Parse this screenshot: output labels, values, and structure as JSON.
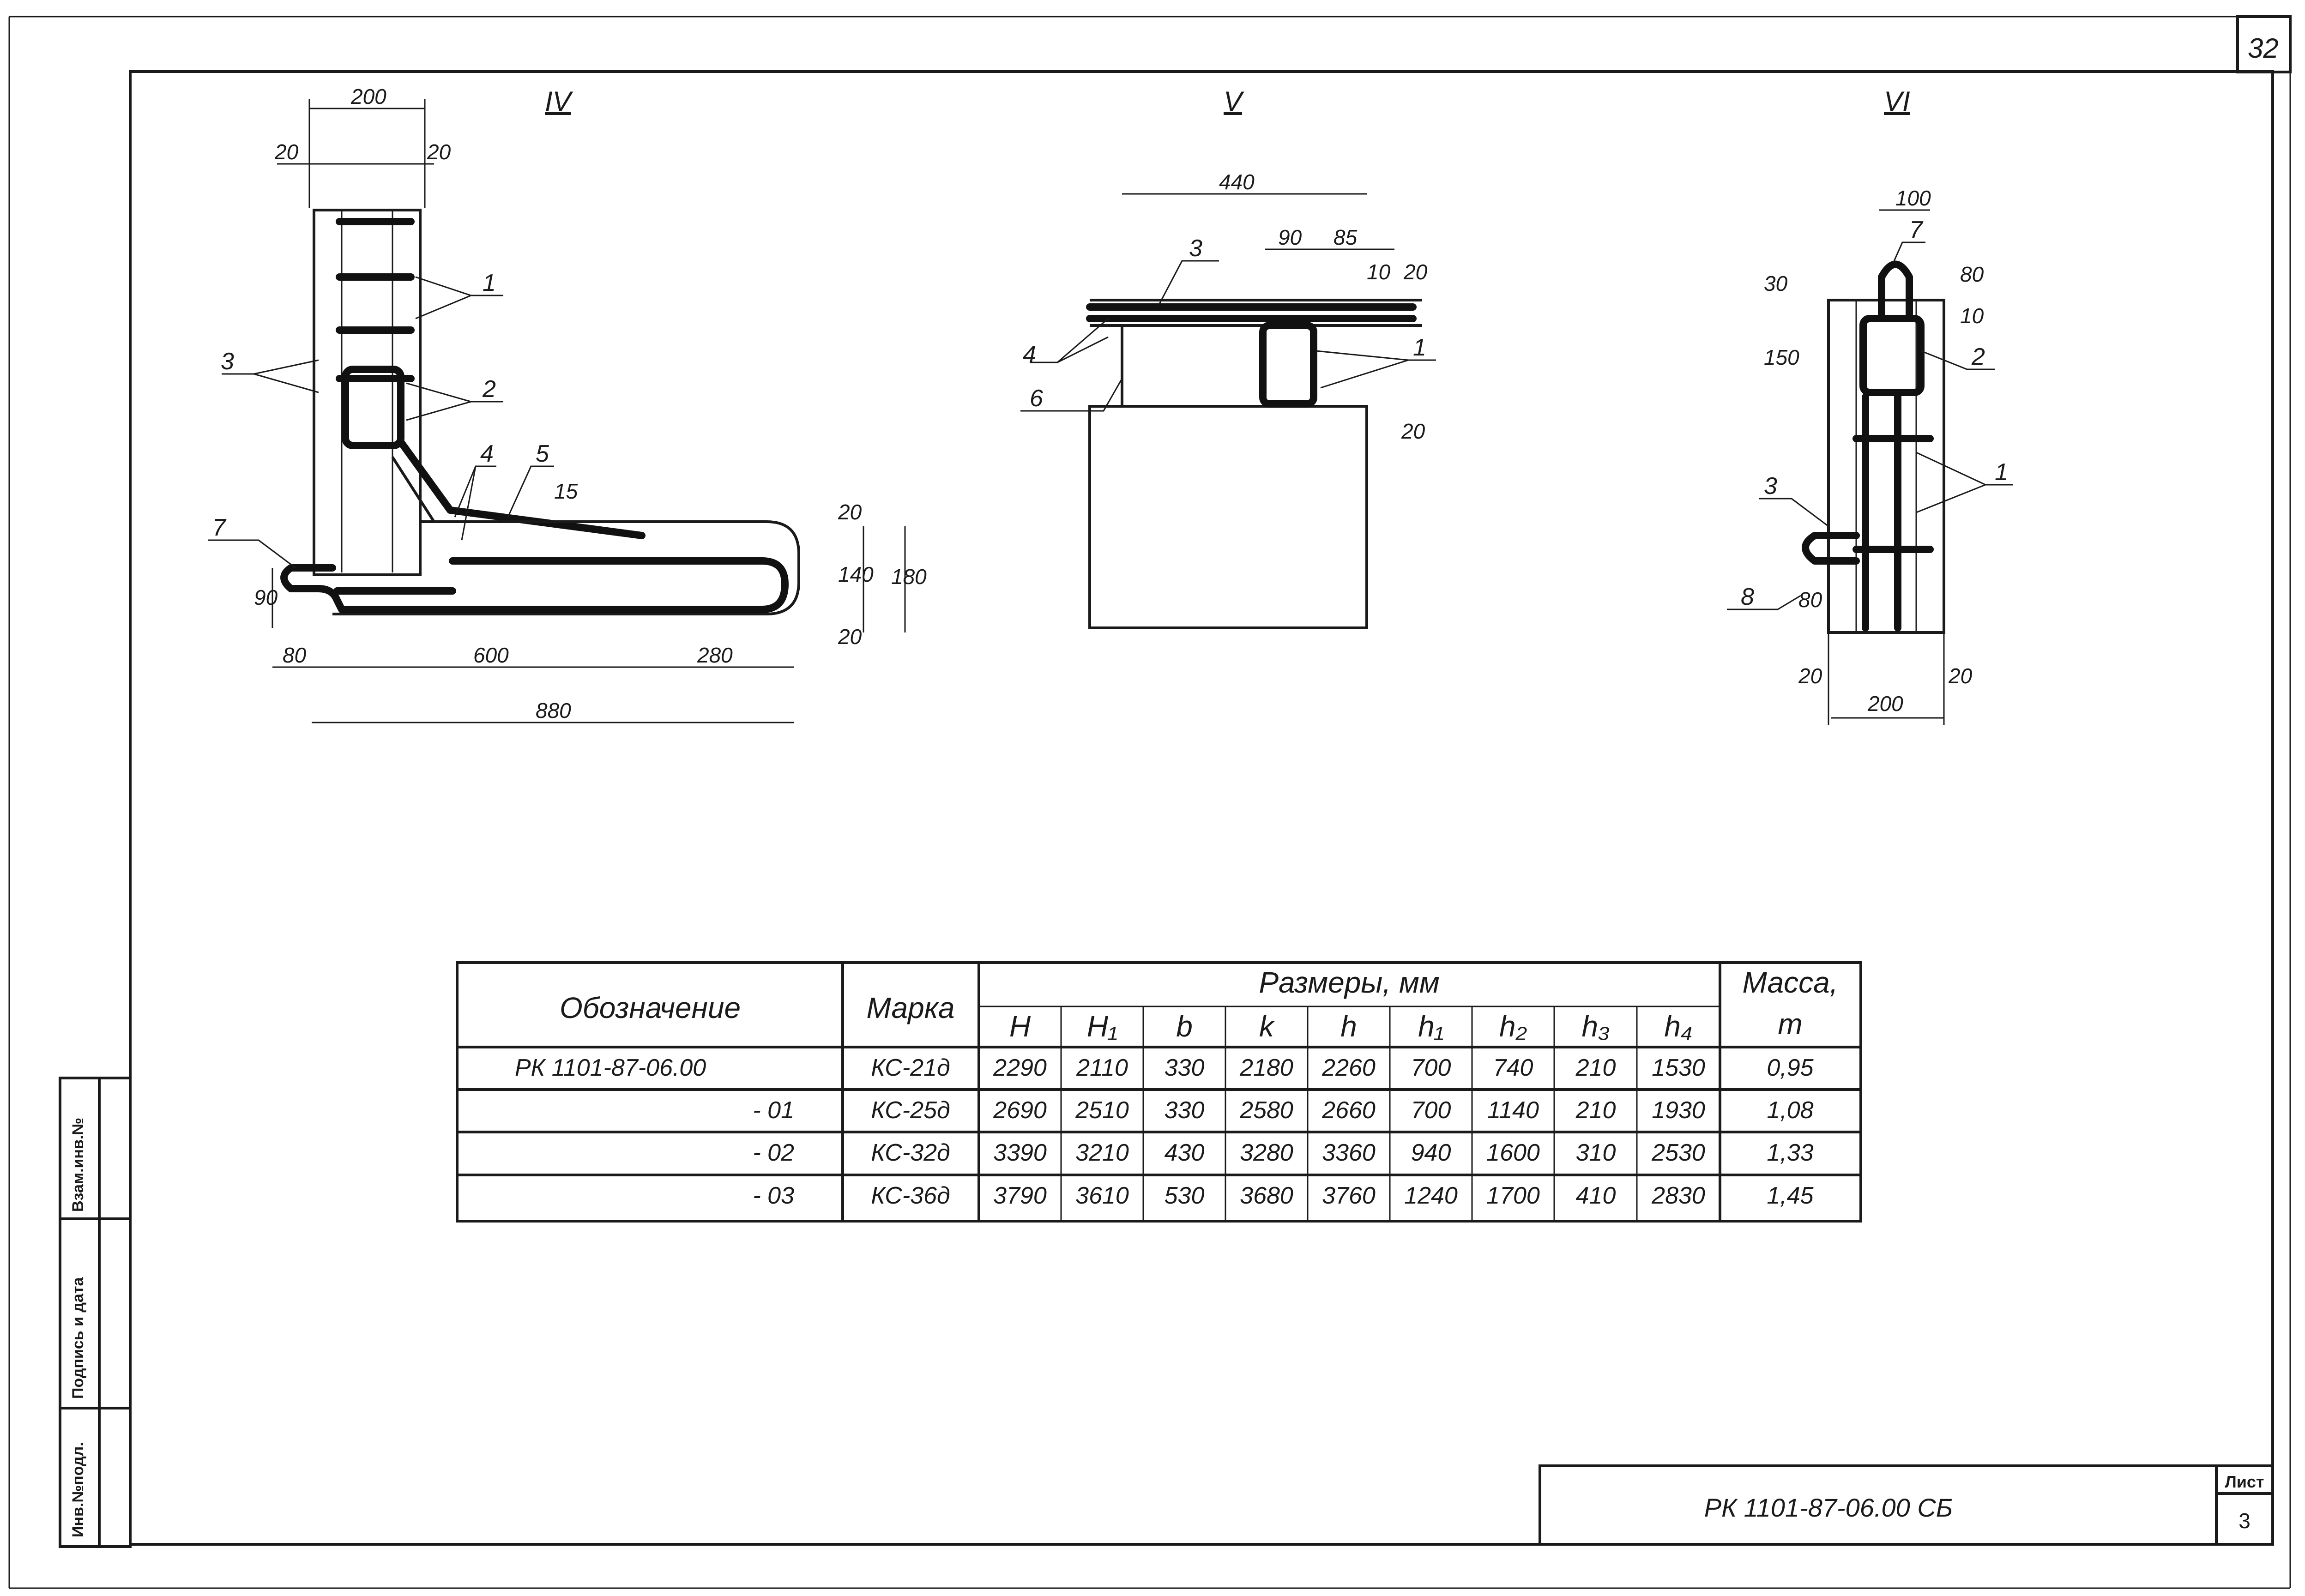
{
  "page_number": "32",
  "sections": {
    "iv": {
      "title": "IV",
      "dims": [
        "200",
        "20",
        "20",
        "600",
        "280",
        "880",
        "80",
        "90",
        "20",
        "140",
        "20",
        "180",
        "15"
      ],
      "callouts": [
        "1",
        "2",
        "3",
        "4",
        "5",
        "7"
      ]
    },
    "v": {
      "title": "V",
      "dims": [
        "440",
        "90",
        "85",
        "10",
        "20",
        "20"
      ],
      "callouts": [
        "3",
        "4",
        "6",
        "1"
      ]
    },
    "vi": {
      "title": "VI",
      "dims": [
        "100",
        "30",
        "150",
        "80",
        "10",
        "80",
        "20",
        "200",
        "20"
      ],
      "callouts": [
        "7",
        "2",
        "1",
        "3",
        "8"
      ]
    }
  },
  "table": {
    "col_designation": "Обозначение",
    "col_mark": "Марка",
    "col_sizes": "Размеры, мм",
    "col_mass": "Масса,",
    "col_mass_unit": "т",
    "dim_cols": [
      "H",
      "H₁",
      "b",
      "k",
      "h",
      "h₁",
      "h₂",
      "h₃",
      "h₄"
    ],
    "rows": [
      {
        "designation": "РК 1101-87-06.00",
        "mark": "КС-21д",
        "vals": [
          "2290",
          "2110",
          "330",
          "2180",
          "2260",
          "700",
          "740",
          "210",
          "1530"
        ],
        "mass": "0,95"
      },
      {
        "designation": "- 01",
        "mark": "КС-25д",
        "vals": [
          "2690",
          "2510",
          "330",
          "2580",
          "2660",
          "700",
          "1140",
          "210",
          "1930"
        ],
        "mass": "1,08"
      },
      {
        "designation": "- 02",
        "mark": "КС-32д",
        "vals": [
          "3390",
          "3210",
          "430",
          "3280",
          "3360",
          "940",
          "1600",
          "310",
          "2530"
        ],
        "mass": "1,33"
      },
      {
        "designation": "- 03",
        "mark": "КС-36д",
        "vals": [
          "3790",
          "3610",
          "530",
          "3680",
          "3760",
          "1240",
          "1700",
          "410",
          "2830"
        ],
        "mass": "1,45"
      }
    ]
  },
  "stamp": {
    "cells": [
      "Инв.№подл.",
      "Подпись и дата",
      "Взам.инв.№"
    ]
  },
  "title_block": {
    "code": "РК 1101-87-06.00 СБ",
    "sheet_label": "Лист",
    "sheet_no": "3"
  }
}
